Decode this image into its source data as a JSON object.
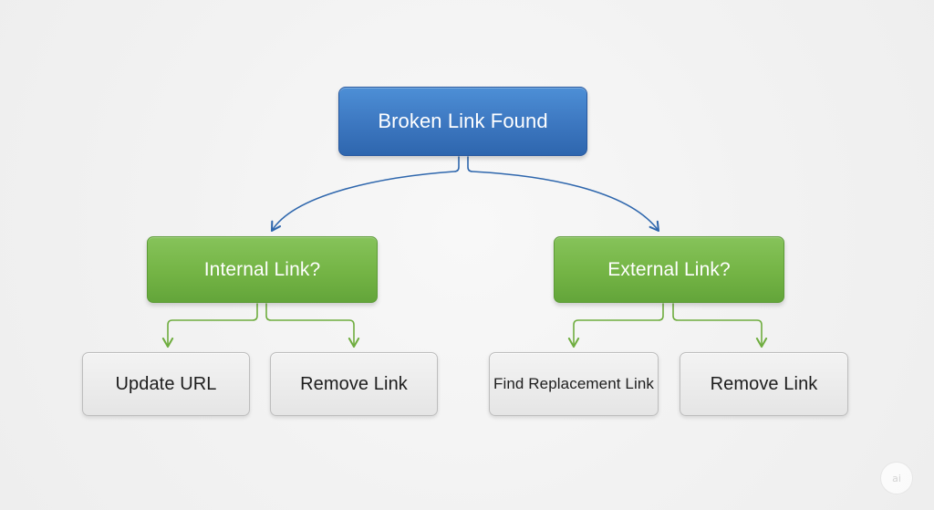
{
  "diagram": {
    "root": {
      "label": "Broken Link Found"
    },
    "branches": [
      {
        "label": "Internal Link?",
        "actions": [
          "Update URL",
          "Remove Link"
        ]
      },
      {
        "label": "External Link?",
        "actions": [
          "Find Replacement Link",
          "Remove Link"
        ]
      }
    ],
    "watermark": "ai"
  },
  "colors": {
    "background": "#f1f1f1",
    "root_fill": "#3d78c1",
    "decision_fill": "#74b445",
    "action_fill": "#e8e8e8",
    "root_connector": "#2f67ad",
    "decision_connector": "#6fad3f"
  }
}
